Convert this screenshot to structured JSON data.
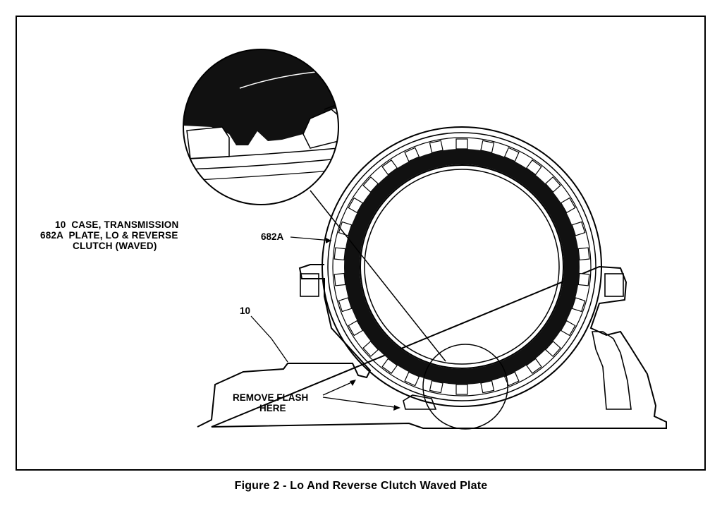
{
  "legend": {
    "line1": "10  CASE, TRANSMISSION",
    "line2": "682A  PLATE, LO & REVERSE",
    "line3": "CLUTCH (WAVED)"
  },
  "callouts": {
    "plate": "682A",
    "case": "10",
    "flash_line1": "REMOVE FLASH",
    "flash_line2": "HERE"
  },
  "caption": "Figure 2 - Lo And Reverse Clutch Waved Plate"
}
